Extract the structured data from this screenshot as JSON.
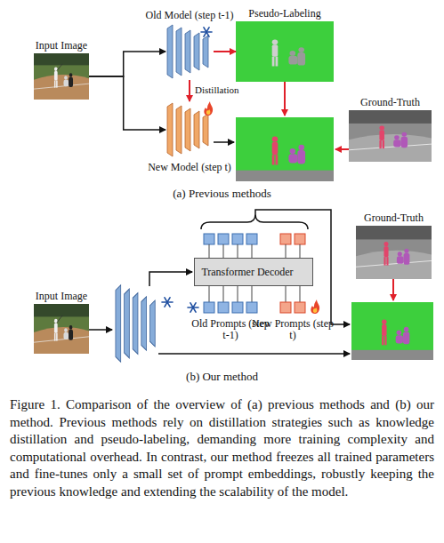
{
  "diagram": {
    "caption": "Figure 1. Comparison of the overview of (a) previous methods and (b) our method. Previous methods rely on distillation strategies such as knowledge distillation and pseudo-labeling, demanding more training complexity and computational overhead. In contrast, our method freezes all trained parameters and fine-tunes only a small set of prompt embeddings, robustly keeping the previous knowledge and extending the scalability of the model.",
    "nodes": [
      {
        "text": [
          "Input Image"
        ]
      },
      {
        "text": [
          "Old Model (step t-1)"
        ]
      },
      {
        "text": [
          "Pseudo-Labeling"
        ]
      },
      {
        "text": [
          "New Model (step t)"
        ]
      },
      {
        "text": [
          "Ground-Truth"
        ]
      },
      {
        "text": [
          "Ground-Truth"
        ]
      },
      {
        "text": [
          "Input Image"
        ]
      },
      {
        "text": [
          "Transformer Decoder"
        ]
      },
      {
        "text": [
          "Old Prompts (step t-1)"
        ]
      },
      {
        "text": [
          "New Prompts (step t)"
        ]
      }
    ],
    "edges": [
      {
        "from": 0,
        "to": 1,
        "arrow": "to"
      },
      {
        "from": 0,
        "to": 3,
        "arrow": "to"
      },
      {
        "from": 1,
        "to": 3,
        "label": "Distillation",
        "arrow": "to"
      },
      {
        "from": 1,
        "to": 2,
        "arrow": "to"
      }
    ],
    "labels": [
      "(a) Previous methods",
      "(b) Our method"
    ]
  }
}
